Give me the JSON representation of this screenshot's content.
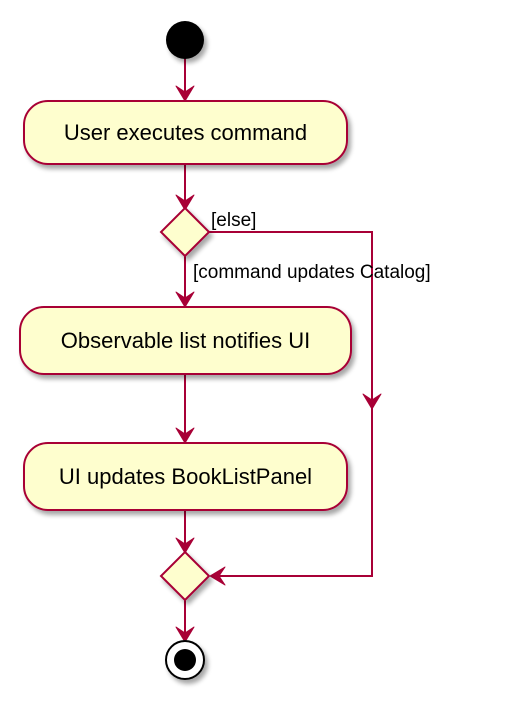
{
  "colors": {
    "line": "#A80036",
    "fill": "#FEFECE",
    "start": "#000000",
    "text": "#000000",
    "background": "#FFFFFF"
  },
  "activities": {
    "execute": "User executes command",
    "notify": "Observable list notifies UI",
    "update": "UI updates BookListPanel"
  },
  "guards": {
    "else": "[else]",
    "updates": "[command updates Catalog]"
  }
}
